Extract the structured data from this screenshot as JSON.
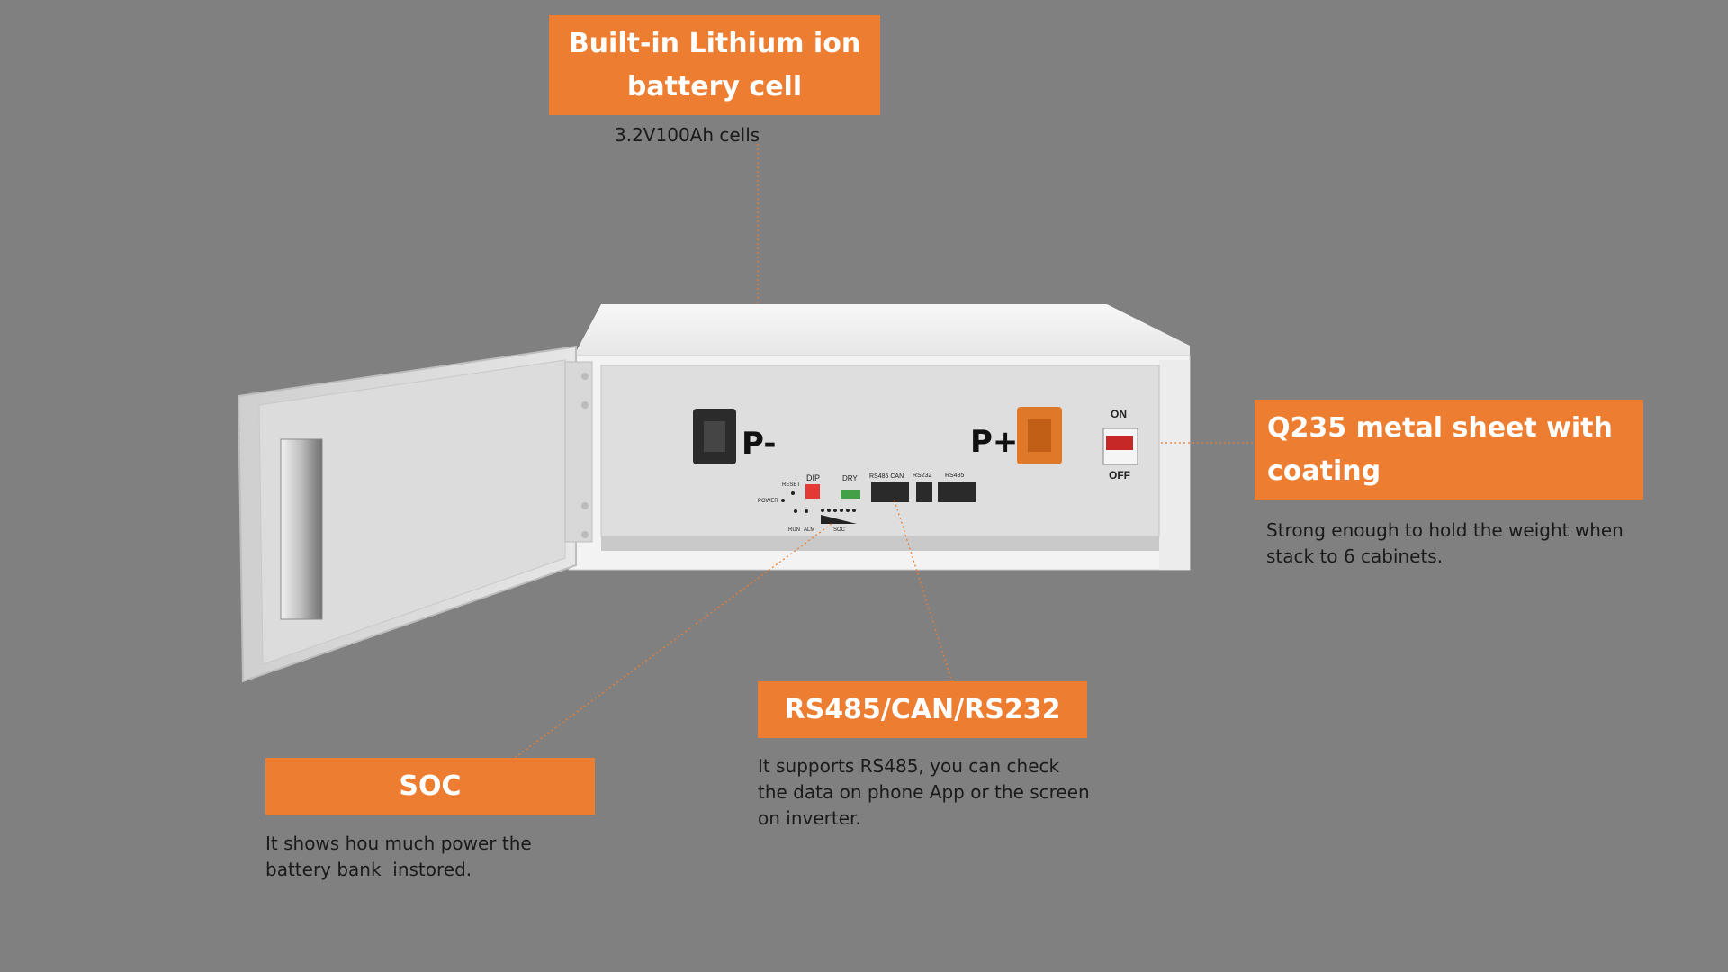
{
  "callouts": {
    "battery_cell": {
      "title": "Built-in Lithium ion battery cell",
      "description": "3.2V100Ah cells"
    },
    "metal_sheet": {
      "title": "Q235 metal sheet with coating",
      "description": "Strong enough to hold the weight when stack to 6 cabinets."
    },
    "comm_ports": {
      "title": "RS485/CAN/RS232",
      "description": "It supports RS485, you can check the data on phone App or the screen on inverter."
    },
    "soc": {
      "title": "SOC",
      "description": "It shows hou much power the battery bank  instored."
    }
  },
  "panel": {
    "terminal_negative": "P-",
    "terminal_positive": "P+",
    "switch_on": "ON",
    "switch_off": "OFF",
    "label_dip": "DIP",
    "label_dry": "DRY",
    "label_reset": "RESET",
    "label_power": "POWER",
    "label_rs485_can": "RS485  CAN",
    "label_rs232": "RS232",
    "label_rs485": "RS485",
    "label_run": "RUN",
    "label_alm": "ALM",
    "label_soc": "SOC"
  },
  "colors": {
    "background": "#808080",
    "accent": "#ED7D31",
    "cabinet": "#E8E8E8"
  }
}
